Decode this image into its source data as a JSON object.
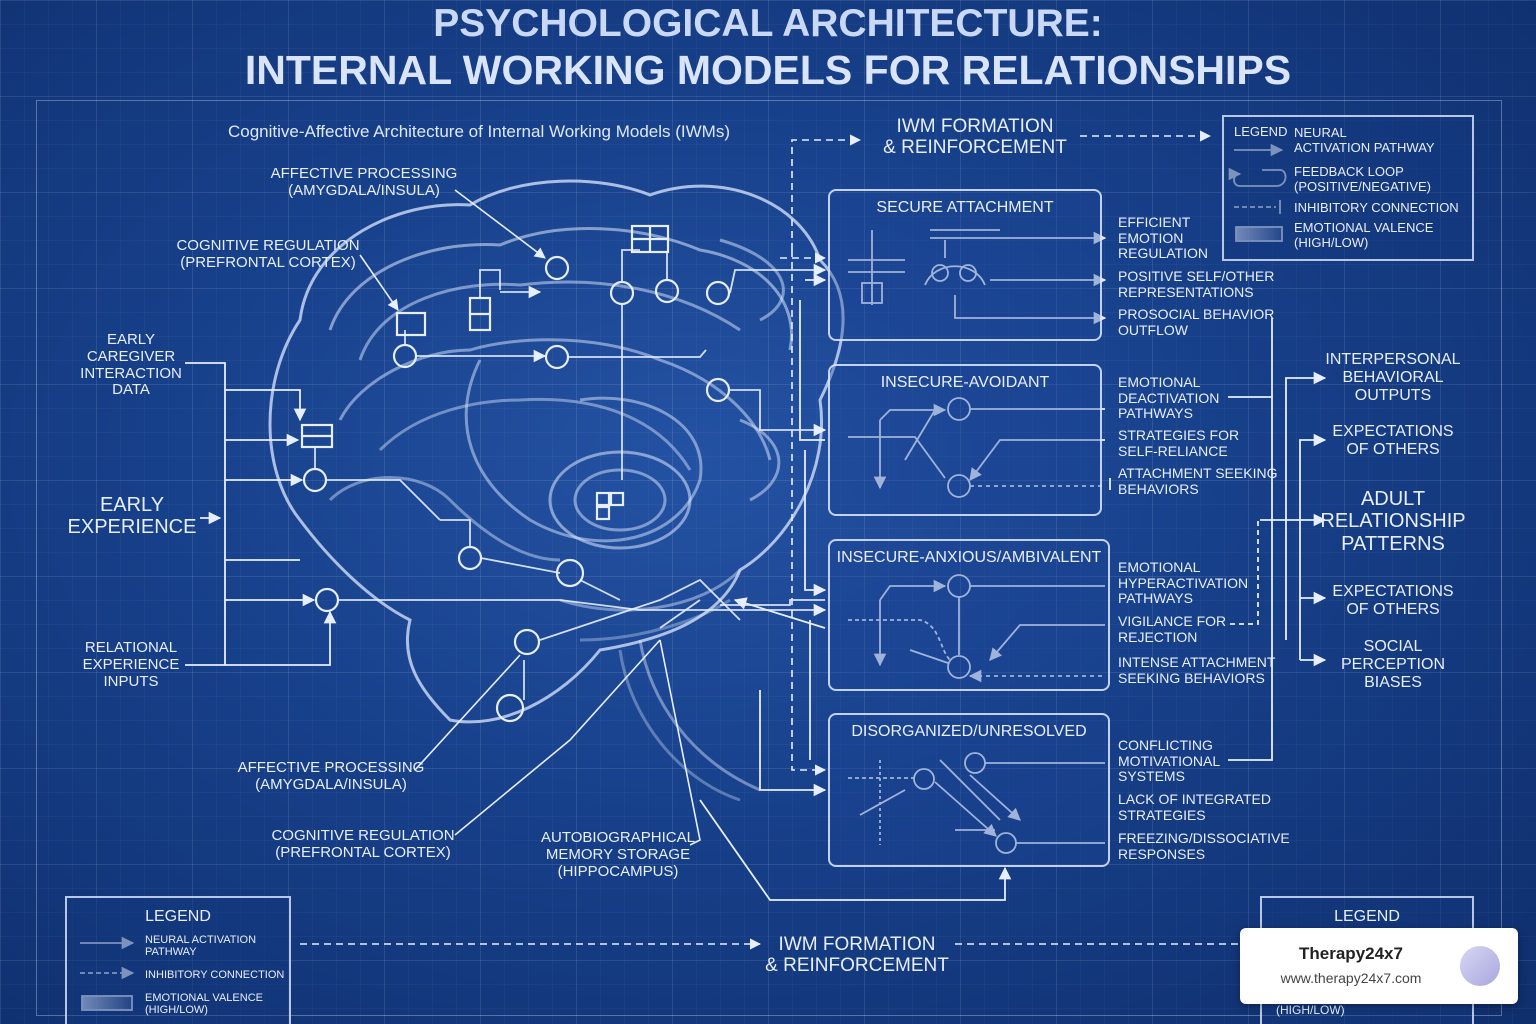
{
  "title_line1": "PSYCHOLOGICAL ARCHITECTURE:",
  "title_line2": "INTERNAL WORKING MODELS FOR RELATIONSHIPS",
  "subtitle": "Cognitive-Affective Architecture of Internal Working Models (IWMs)",
  "iwm_top": {
    "line1": "IWM FORMATION",
    "line2": "& REINFORCEMENT"
  },
  "iwm_bottom": {
    "line1": "IWM FORMATION",
    "line2": "& REINFORCEMENT"
  },
  "brain_labels": {
    "affective_top": {
      "line1": "AFFECTIVE PROCESSING",
      "line2": "(AMYGDALA/INSULA)"
    },
    "cognitive_top": {
      "line1": "COGNITIVE REGULATION",
      "line2": "(PREFRONTAL CORTEX)"
    },
    "affective_bottom": {
      "line1": "AFFECTIVE PROCESSING",
      "line2": "(AMYGDALA/INSULA)"
    },
    "cognitive_bottom": {
      "line1": "COGNITIVE REGULATION",
      "line2": "(PREFRONTAL CORTEX)"
    },
    "memory": {
      "line1": "AUTOBIOGRAPHICAL",
      "line2": "MEMORY STORAGE",
      "line3": "(HIPPOCAMPUS)"
    }
  },
  "inputs": {
    "caregiver": {
      "line1": "EARLY",
      "line2": "CAREGIVER",
      "line3": "INTERACTION",
      "line4": "DATA"
    },
    "early": {
      "line1": "EARLY",
      "line2": "EXPERIENCE"
    },
    "relational": {
      "line1": "RELATIONAL",
      "line2": "EXPERIENCE",
      "line3": "INPUTS"
    }
  },
  "styles": [
    {
      "title": "SECURE ATTACHMENT",
      "outputs": [
        [
          "EFFICIENT",
          "EMOTION",
          "REGULATION"
        ],
        [
          "POSITIVE SELF/OTHER",
          "REPRESENTATIONS"
        ],
        [
          "PROSOCIAL BEHAVIOR",
          "OUTFLOW"
        ]
      ]
    },
    {
      "title": "INSECURE-AVOIDANT",
      "outputs": [
        [
          "EMOTIONAL",
          "DEACTIVATION",
          "PATHWAYS"
        ],
        [
          "STRATEGIES FOR",
          "SELF-RELIANCE"
        ],
        [
          "ATTACHMENT SEEKING",
          "BEHAVIORS"
        ]
      ]
    },
    {
      "title": "INSECURE-ANXIOUS/AMBIVALENT",
      "outputs": [
        [
          "EMOTIONAL",
          "HYPERACTIVATION",
          "PATHWAYS"
        ],
        [
          "VIGILANCE FOR",
          "REJECTION"
        ],
        [
          "INTENSE ATTACHMENT",
          "SEEKING BEHAVIORS"
        ]
      ]
    },
    {
      "title": "DISORGANIZED/UNRESOLVED",
      "outputs": [
        [
          "CONFLICTING",
          "MOTIVATIONAL",
          "SYSTEMS"
        ],
        [
          "LACK OF INTEGRATED",
          "STRATEGIES"
        ],
        [
          "FREEZING/DISSOCIATIVE",
          "RESPONSES"
        ]
      ]
    }
  ],
  "right_outputs": {
    "interpersonal": {
      "line1": "INTERPERSONAL",
      "line2": "BEHAVIORAL",
      "line3": "OUTPUTS"
    },
    "expect1": {
      "line1": "EXPECTATIONS",
      "line2": "OF OTHERS"
    },
    "adult": {
      "line1": "ADULT",
      "line2": "RELATIONSHIP",
      "line3": "PATTERNS"
    },
    "expect2": {
      "line1": "EXPECTATIONS",
      "line2": "OF OTHERS"
    },
    "social": {
      "line1": "SOCIAL",
      "line2": "PERCEPTION",
      "line3": "BIASES"
    }
  },
  "legend_top": {
    "title": "LEGEND",
    "items": [
      [
        "NEURAL",
        "ACTIVATION PATHWAY"
      ],
      [
        "FEEDBACK LOOP",
        "(POSITIVE/NEGATIVE)"
      ],
      [
        "INHIBITORY CONNECTION"
      ],
      [
        "EMOTIONAL VALENCE",
        "(HIGH/LOW)"
      ]
    ]
  },
  "legend_bottom_left": {
    "title": "LEGEND",
    "items": [
      [
        "NEURAL ACTIVATION",
        "PATHWAY"
      ],
      [
        "INHIBITORY CONNECTION"
      ],
      [
        "EMOTIONAL VALENCE",
        "(HIGH/LOW)"
      ]
    ]
  },
  "legend_bottom_right": {
    "title": "LEGEND",
    "partial": "(HIGH/LOW)"
  },
  "watermark": {
    "name": "Therapy24x7",
    "url": "www.therapy24x7.com"
  },
  "colors": {
    "background": "#17408a",
    "line": "#e6eeff"
  }
}
